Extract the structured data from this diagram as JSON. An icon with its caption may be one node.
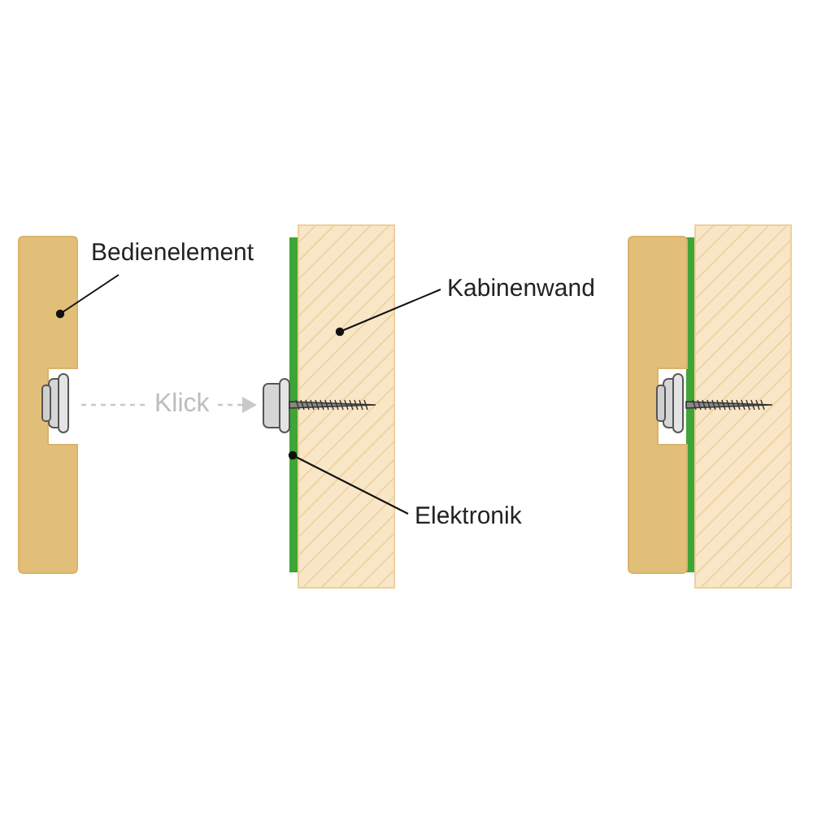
{
  "diagram": {
    "nodes": [
      {
        "text": [
          "Bedienelement"
        ]
      },
      {
        "text": [],
        "shape": "box"
      },
      {
        "text": [
          "Kabinenwand"
        ]
      },
      {
        "text": [],
        "shape": "box"
      },
      {
        "text": [
          "Elektronik"
        ]
      },
      {
        "text": [],
        "shape": "bar"
      }
    ],
    "edges": [
      {
        "from": 0,
        "to": 1,
        "arrow": "other"
      },
      {
        "from": 2,
        "to": 3,
        "arrow": "other"
      },
      {
        "from": 4,
        "to": 5,
        "arrow": "other"
      }
    ],
    "labels": [
      "Klick"
    ]
  }
}
